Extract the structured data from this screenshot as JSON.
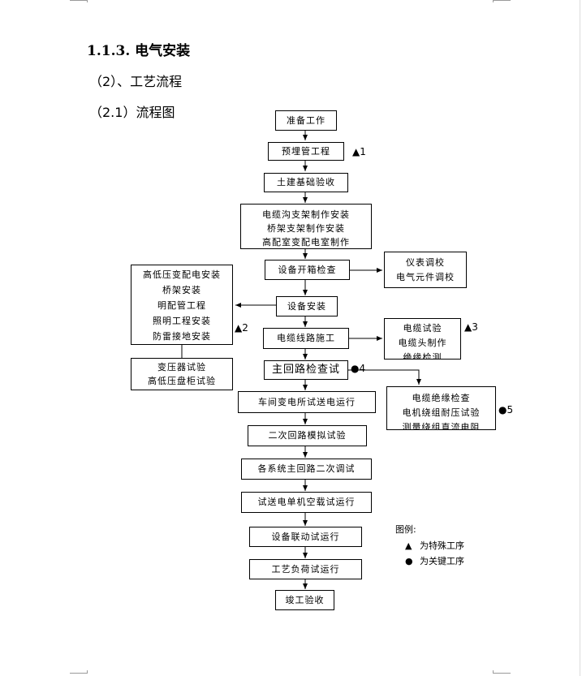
{
  "heading": "1.1.3. 电气安装",
  "subheading1": "（2）、工艺流程",
  "subheading2": "（2.1）流程图",
  "main_flow": [
    "准备工作",
    "预埋管工程",
    "土建基础验收",
    [
      "电缆沟支架制作安装",
      "桥架支架制作安装",
      "高配室变配电室制作"
    ],
    "设备开箱检查",
    "设备安装",
    "电缆线路施工",
    "主回路检查试",
    "车间变电所试送电运行",
    "二次回路模拟试验",
    "各系统主回路二次调试",
    "试送电单机空载试运行",
    "设备联动试运行",
    "工艺负荷试运行",
    "竣工验收"
  ],
  "left_box1": [
    "高低压变配电安装",
    "桥架安装",
    "明配管工程",
    "照明工程安装",
    "防雷接地安装"
  ],
  "left_box2": [
    "变压器试验",
    "高低压盘柜试验"
  ],
  "right_box1": [
    "仪表调校",
    "电气元件调校"
  ],
  "right_box2": [
    "电缆试验",
    "电缆头制作",
    "绝缘检测"
  ],
  "right_box3": [
    "电缆绝缘检查",
    "电机绕组耐压试验",
    "测量绕组直流电阻"
  ],
  "marks": {
    "m1": "▲1",
    "m2": "▲2",
    "m3": "▲3",
    "m4": "●4",
    "m5": "●5"
  },
  "legend": {
    "title": "图例:",
    "special_symbol": "▲",
    "special_label": "为特殊工序",
    "key_symbol": "●",
    "key_label": "为关键工序"
  }
}
